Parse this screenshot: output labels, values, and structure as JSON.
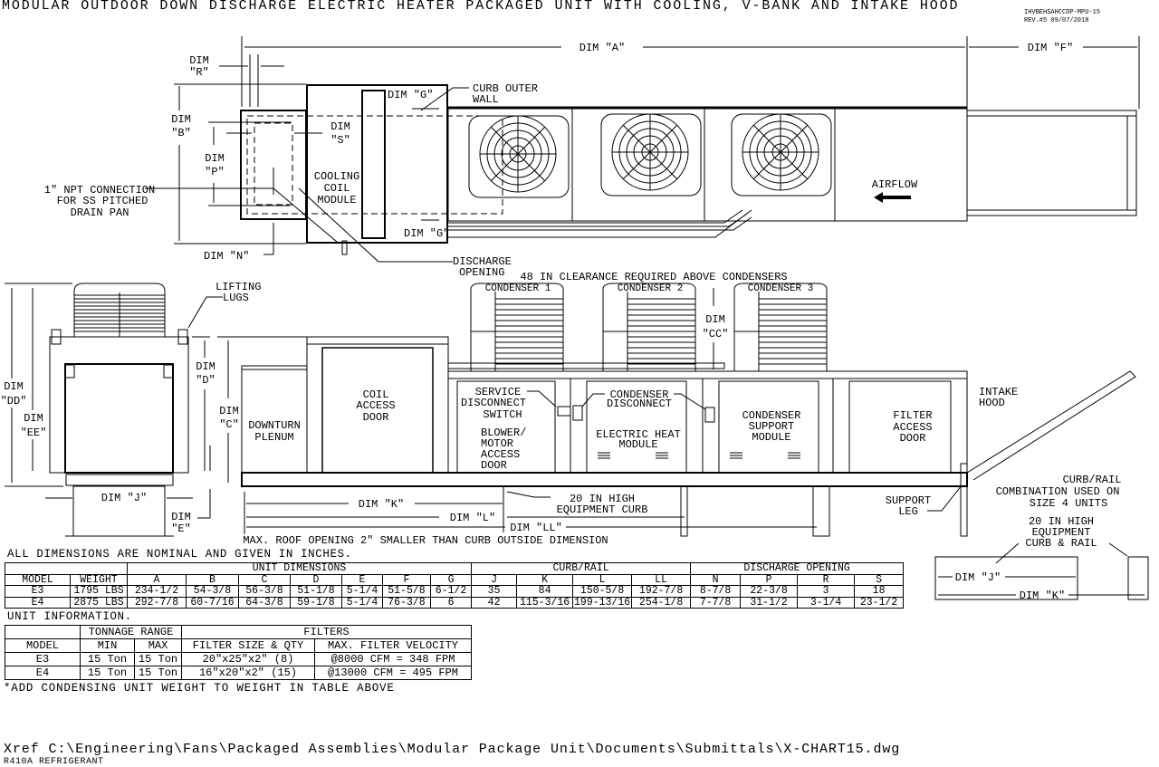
{
  "title": "MODULAR OUTDOOR DOWN DISCHARGE ELECTRIC HEATER PACKAGED UNIT WITH COOLING, V-BANK AND INTAKE HOOD",
  "drawing_number": "IHVBEHSAHCCDP-MPU-15",
  "revision": "REV.#5   09/07/2018",
  "plan_view": {
    "dim_a": "DIM \"A\"",
    "dim_f": "DIM \"F\"",
    "dim_r": [
      "DIM",
      "\"R\""
    ],
    "dim_b": [
      "DIM",
      "\"B\""
    ],
    "dim_p": [
      "DIM",
      "\"P\""
    ],
    "dim_s": [
      "DIM",
      "\"S\""
    ],
    "dim_n": "DIM \"N\"",
    "dim_g_top": "DIM \"G\"",
    "dim_g_bottom": "DIM \"G\"",
    "cooling_coil_module": [
      "COOLING",
      "COIL",
      "MODULE"
    ],
    "npt_connection": [
      "1\" NPT CONNECTION",
      "FOR SS PITCHED",
      "DRAIN PAN"
    ],
    "curb_outer_wall": [
      "CURB OUTER",
      "WALL"
    ],
    "discharge_opening": [
      "DISCHARGE",
      "OPENING"
    ],
    "airflow": "AIRFLOW"
  },
  "elevation": {
    "clearance_note": "48 IN CLEARANCE REQUIRED ABOVE CONDENSERS",
    "condensers": [
      "CONDENSER 1",
      "CONDENSER 2",
      "CONDENSER 3"
    ],
    "dim_cc": [
      "DIM",
      "\"CC\""
    ],
    "lifting_lugs": [
      "LIFTING",
      "LUGS"
    ],
    "dim_dd": [
      "DIM",
      "\"DD\""
    ],
    "dim_ee": [
      "DIM",
      "\"EE\""
    ],
    "dim_d": [
      "DIM",
      "\"D\""
    ],
    "dim_c": [
      "DIM",
      "\"C\""
    ],
    "dim_j": "DIM \"J\"",
    "dim_e": [
      "DIM",
      "\"E\""
    ],
    "downturn_plenum": [
      "DOWNTURN",
      "PLENUM"
    ],
    "coil_access_door": [
      "COIL",
      "ACCESS",
      "DOOR"
    ],
    "service_disconnect": [
      "SERVICE",
      "DISCONNECT",
      "SWITCH"
    ],
    "blower_motor_door": [
      "BLOWER/",
      "MOTOR",
      "ACCESS",
      "DOOR"
    ],
    "condenser_disconnect": [
      "CONDENSER",
      "DISCONNECT"
    ],
    "electric_heat_module": [
      "ELECTRIC HEAT",
      "MODULE"
    ],
    "condenser_support_module": [
      "CONDENSER",
      "SUPPORT",
      "MODULE"
    ],
    "filter_access_door": [
      "FILTER",
      "ACCESS",
      "DOOR"
    ],
    "intake_hood": [
      "INTAKE",
      "HOOD"
    ],
    "dim_k": "DIM \"K\"",
    "dim_l": "DIM \"L\"",
    "dim_ll": "DIM \"LL\"",
    "equipment_curb": [
      "20 IN HIGH",
      "EQUIPMENT CURB"
    ],
    "support_leg": [
      "SUPPORT",
      "LEG"
    ],
    "roof_opening_note": "MAX. ROOF OPENING 2\" SMALLER THAN CURB OUTSIDE DIMENSION"
  },
  "curb_detail": {
    "combination_note": [
      "CURB/RAIL",
      "COMBINATION USED ON",
      "SIZE 4 UNITS"
    ],
    "curb_rail_label": [
      "20 IN HIGH",
      "EQUIPMENT",
      "CURB & RAIL"
    ],
    "dim_j": "DIM \"J\"",
    "dim_k": "DIM \"K\""
  },
  "dimensions_table": {
    "caption": "ALL DIMENSIONS ARE NOMINAL AND GIVEN IN INCHES.",
    "groups": [
      "UNIT DIMENSIONS",
      "CURB/RAIL",
      "DISCHARGE OPENING"
    ],
    "headers": [
      "MODEL",
      "WEIGHT",
      "A",
      "B",
      "C",
      "D",
      "E",
      "F",
      "G",
      "J",
      "K",
      "L",
      "LL",
      "N",
      "P",
      "R",
      "S"
    ],
    "rows": [
      [
        "E3",
        "1795 LBS",
        "234-1/2",
        "54-3/8",
        "56-3/8",
        "51-1/8",
        "5-1/4",
        "51-5/8",
        "6-1/2",
        "35",
        "84",
        "150-5/8",
        "192-7/8",
        "8-7/8",
        "22-3/8",
        "3",
        "18"
      ],
      [
        "E4",
        "2875 LBS",
        "292-7/8",
        "60-7/16",
        "64-3/8",
        "59-1/8",
        "5-1/4",
        "76-3/8",
        "6",
        "42",
        "115-3/16",
        "199-13/16",
        "254-1/8",
        "7-7/8",
        "31-1/2",
        "3-1/4",
        "23-1/2"
      ]
    ]
  },
  "unit_info_table": {
    "caption": "UNIT INFORMATION.",
    "groups": [
      "TONNAGE RANGE",
      "FILTERS"
    ],
    "headers": [
      "MODEL",
      "MIN",
      "MAX",
      "FILTER SIZE & QTY",
      "MAX. FILTER VELOCITY"
    ],
    "rows": [
      [
        "E3",
        "15 Ton",
        "15 Ton",
        "20\"x25\"x2\" (8)",
        "@8000 CFM = 348 FPM"
      ],
      [
        "E4",
        "15 Ton",
        "15 Ton",
        "16\"x20\"x2\" (15)",
        "@13000 CFM = 495 FPM"
      ]
    ],
    "footnote": "*ADD CONDENSING UNIT WEIGHT TO WEIGHT IN TABLE ABOVE"
  },
  "xref_path": "Xref C:\\Engineering\\Fans\\Packaged Assemblies\\Modular Package Unit\\Documents\\Submittals\\X-CHART15.dwg",
  "refrigerant": "R410A REFRIGERANT"
}
